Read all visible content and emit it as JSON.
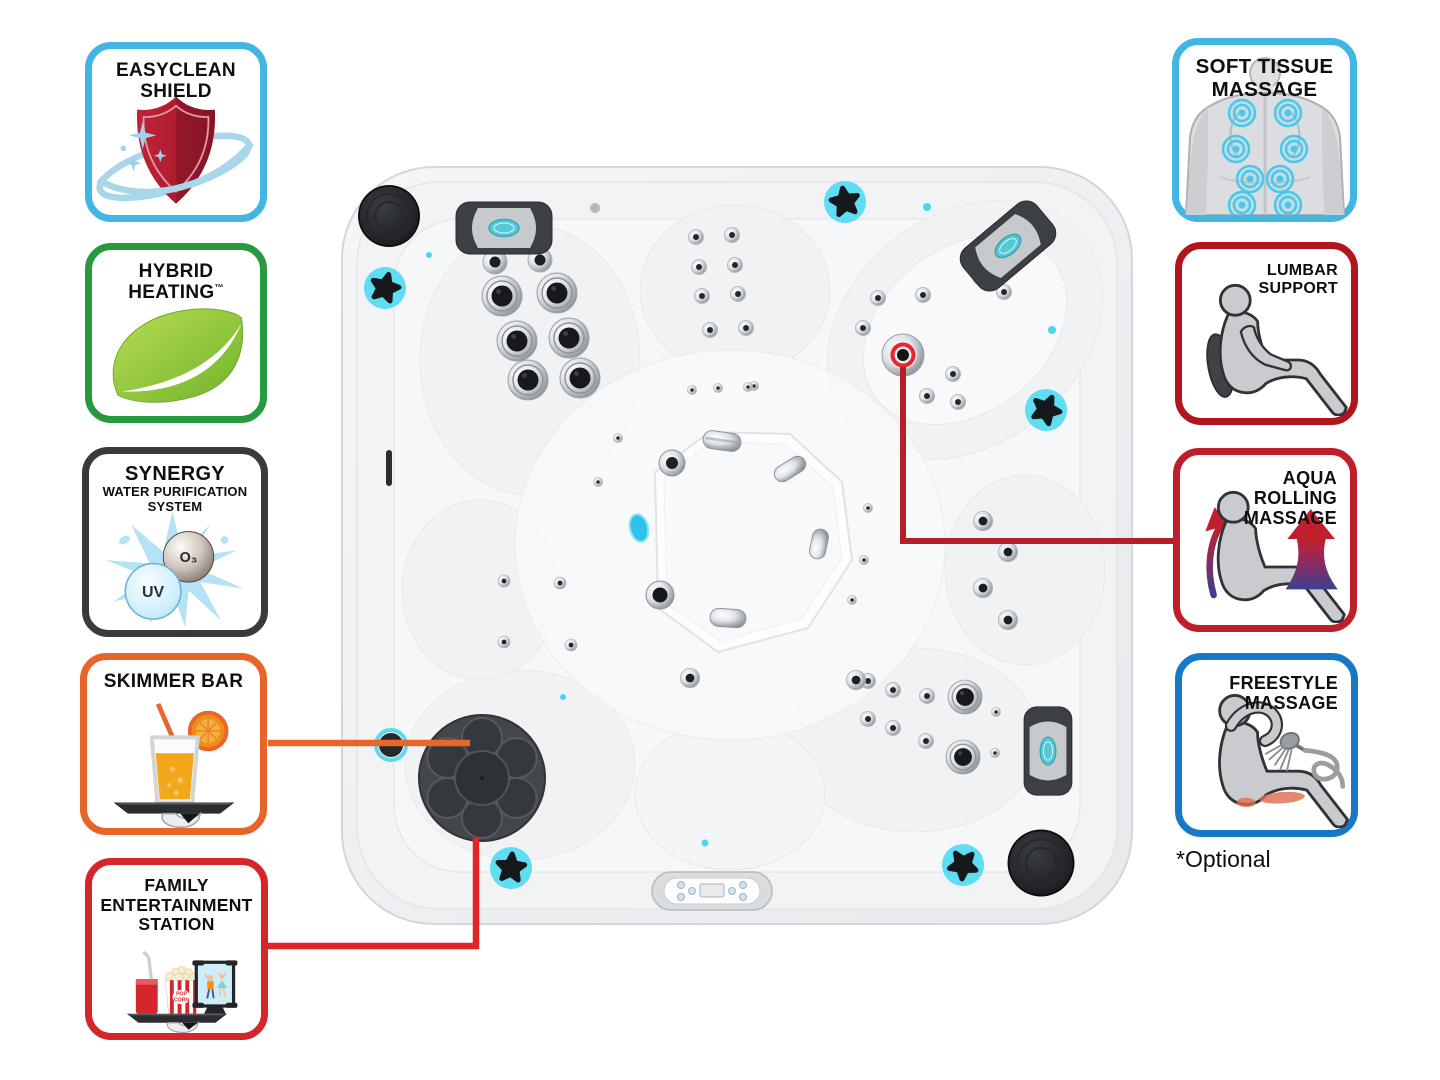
{
  "page": {
    "background": "#ffffff",
    "subject": "hot-tub-feature-infographic"
  },
  "badges": {
    "left": [
      {
        "id": "easyclean-shield",
        "title_lines": [
          "EASYCLEAN",
          "SHIELD"
        ],
        "border_color": "#41b5e4",
        "icon": "shield-sparkle-icon"
      },
      {
        "id": "hybrid-heating",
        "title_lines": [
          "HYBRID",
          "HEATING"
        ],
        "trademark": "™",
        "border_color": "#28993e",
        "icon": "leaf-icon"
      },
      {
        "id": "synergy-water-purification",
        "title_lines": [
          "SYNERGY",
          "WATER PURIFICATION",
          "SYSTEM"
        ],
        "border_color": "#3a3a3c",
        "icon": "water-splash-icon",
        "labels": {
          "uv": "UV",
          "o3": "O₃"
        }
      },
      {
        "id": "skimmer-bar",
        "title_lines": [
          "SKIMMER BAR"
        ],
        "border_color": "#e7642a",
        "icon": "drink-tray-icon"
      },
      {
        "id": "family-entertainment-station",
        "title_lines": [
          "FAMILY",
          "ENTERTAINMENT",
          "STATION"
        ],
        "border_color": "#d5262c",
        "icon": "entertainment-tray-icon",
        "labels": {
          "popcorn_line1": "POP",
          "popcorn_line2": "CORN"
        }
      }
    ],
    "right": [
      {
        "id": "soft-tissue-massage",
        "title_lines": [
          "SOFT TISSUE",
          "MASSAGE"
        ],
        "border_color": "#41b5e4",
        "icon": "back-massage-icon"
      },
      {
        "id": "lumbar-support",
        "title_lines": [
          "LUMBAR",
          "SUPPORT"
        ],
        "border_color": "#b2161d",
        "icon": "lumbar-seat-icon"
      },
      {
        "id": "aqua-rolling-massage",
        "title_lines": [
          "AQUA",
          "ROLLING",
          "MASSAGE"
        ],
        "border_color": "#bf1e2d",
        "icon": "rolling-massage-icon"
      },
      {
        "id": "freestyle-massage",
        "title_lines": [
          "FREESTYLE",
          "MASSAGE"
        ],
        "border_color": "#1878c8",
        "icon": "shower-wand-icon"
      }
    ]
  },
  "footnote": "*Optional",
  "connectors": {
    "skimmer_bar_line_color": "#e8662a",
    "entertainment_line_color": "#e02428",
    "aqua_rolling_line_color": "#b41f2a"
  },
  "hot_tub": {
    "shell_color": "#f1f2f4",
    "jet_chrome_color": "#c6cbd1",
    "light_accent_color": "#4fd4ee",
    "skimmer_disc_color": "#3f4348",
    "red_jet_ring_color": "#e8262d"
  }
}
